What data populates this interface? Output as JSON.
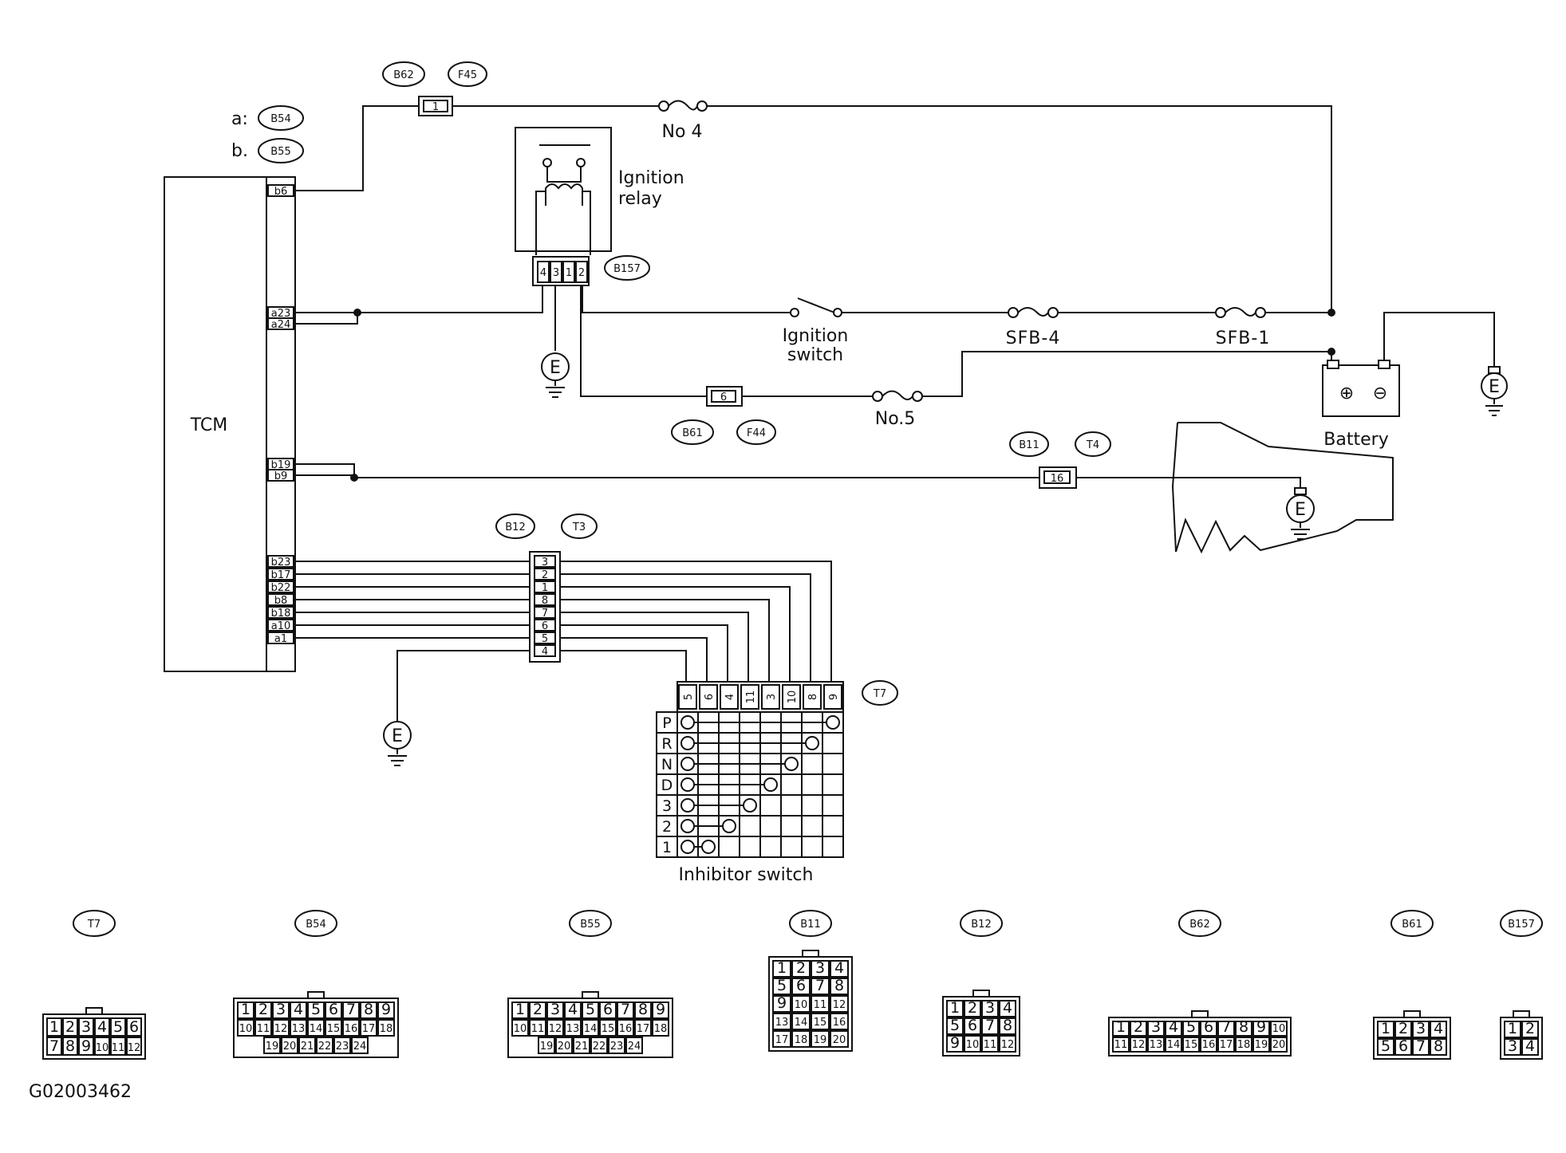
{
  "legend": {
    "a_label": "a:",
    "a_conn": "B54",
    "b_label": "b.",
    "b_conn": "B55"
  },
  "labels": {
    "tcm": "TCM",
    "ignition_relay": [
      "Ignition",
      "relay"
    ],
    "ignition_switch": [
      "Ignition",
      "switch"
    ],
    "fuse_no4": "No 4",
    "fuse_no5": "No.5",
    "sfb4": "SFB-4",
    "sfb1": "SFB-1",
    "battery": "Battery",
    "inhibitor_switch": "Inhibitor switch",
    "figure_code": "G02003462",
    "ground": "E",
    "plus": "⊕",
    "minus": "⊖"
  },
  "tcm_pins": [
    "b6",
    "a23",
    "a24",
    "b19",
    "b9",
    "b23",
    "b17",
    "b22",
    "b8",
    "b18",
    "a10",
    "a1"
  ],
  "connector_tags": {
    "b62": "B62",
    "f45": "F45",
    "b157": "B157",
    "b61": "B61",
    "f44": "F44",
    "b11": "B11",
    "t4": "T4",
    "b12": "B12",
    "t3": "T3",
    "t7": "T7"
  },
  "connector_pins": {
    "b62_f45": "1",
    "b61_f44": "6",
    "b11_t4": "16",
    "relay": [
      "4",
      "3",
      "1",
      "2"
    ]
  },
  "b12_t3_pins": [
    "3",
    "2",
    "1",
    "8",
    "7",
    "6",
    "5",
    "4"
  ],
  "inhibitor": {
    "columns": [
      "5",
      "6",
      "4",
      "11",
      "3",
      "10",
      "8",
      "9"
    ],
    "rows": [
      "P",
      "R",
      "N",
      "D",
      "3",
      "2",
      "1"
    ]
  },
  "bottom_connectors": [
    {
      "tag": "T7",
      "rows": [
        [
          "1",
          "2",
          "3",
          "4",
          "5",
          "6"
        ],
        [
          "7",
          "8",
          "9",
          "10",
          "11",
          "12"
        ]
      ]
    },
    {
      "tag": "B54",
      "rows": [
        [
          "1",
          "2",
          "3",
          "4",
          "5",
          "6",
          "7",
          "8",
          "9"
        ],
        [
          "10",
          "11",
          "12",
          "13",
          "14",
          "15",
          "16",
          "17",
          "18"
        ],
        [
          "19",
          "20",
          "21",
          "22",
          "23",
          "24"
        ]
      ]
    },
    {
      "tag": "B55",
      "rows": [
        [
          "1",
          "2",
          "3",
          "4",
          "5",
          "6",
          "7",
          "8",
          "9"
        ],
        [
          "10",
          "11",
          "12",
          "13",
          "14",
          "15",
          "16",
          "17",
          "18"
        ],
        [
          "19",
          "20",
          "21",
          "22",
          "23",
          "24"
        ]
      ]
    },
    {
      "tag": "B11",
      "rows": [
        [
          "1",
          "2",
          "3",
          "4"
        ],
        [
          "5",
          "6",
          "7",
          "8"
        ],
        [
          "9",
          "10",
          "11",
          "12"
        ],
        [
          "13",
          "14",
          "15",
          "16"
        ],
        [
          "17",
          "18",
          "19",
          "20"
        ]
      ]
    },
    {
      "tag": "B12",
      "rows": [
        [
          "1",
          "2",
          "3",
          "4"
        ],
        [
          "5",
          "6",
          "7",
          "8"
        ],
        [
          "9",
          "10",
          "11",
          "12"
        ]
      ]
    },
    {
      "tag": "B62",
      "rows": [
        [
          "1",
          "2",
          "3",
          "4",
          "5",
          "6",
          "7",
          "8",
          "9",
          "10"
        ],
        [
          "11",
          "12",
          "13",
          "14",
          "15",
          "16",
          "17",
          "18",
          "19",
          "20"
        ]
      ]
    },
    {
      "tag": "B61",
      "rows": [
        [
          "1",
          "2",
          "3",
          "4"
        ],
        [
          "5",
          "6",
          "7",
          "8"
        ]
      ]
    },
    {
      "tag": "B157",
      "rows": [
        [
          "1",
          "2"
        ],
        [
          "3",
          "4"
        ]
      ]
    }
  ]
}
